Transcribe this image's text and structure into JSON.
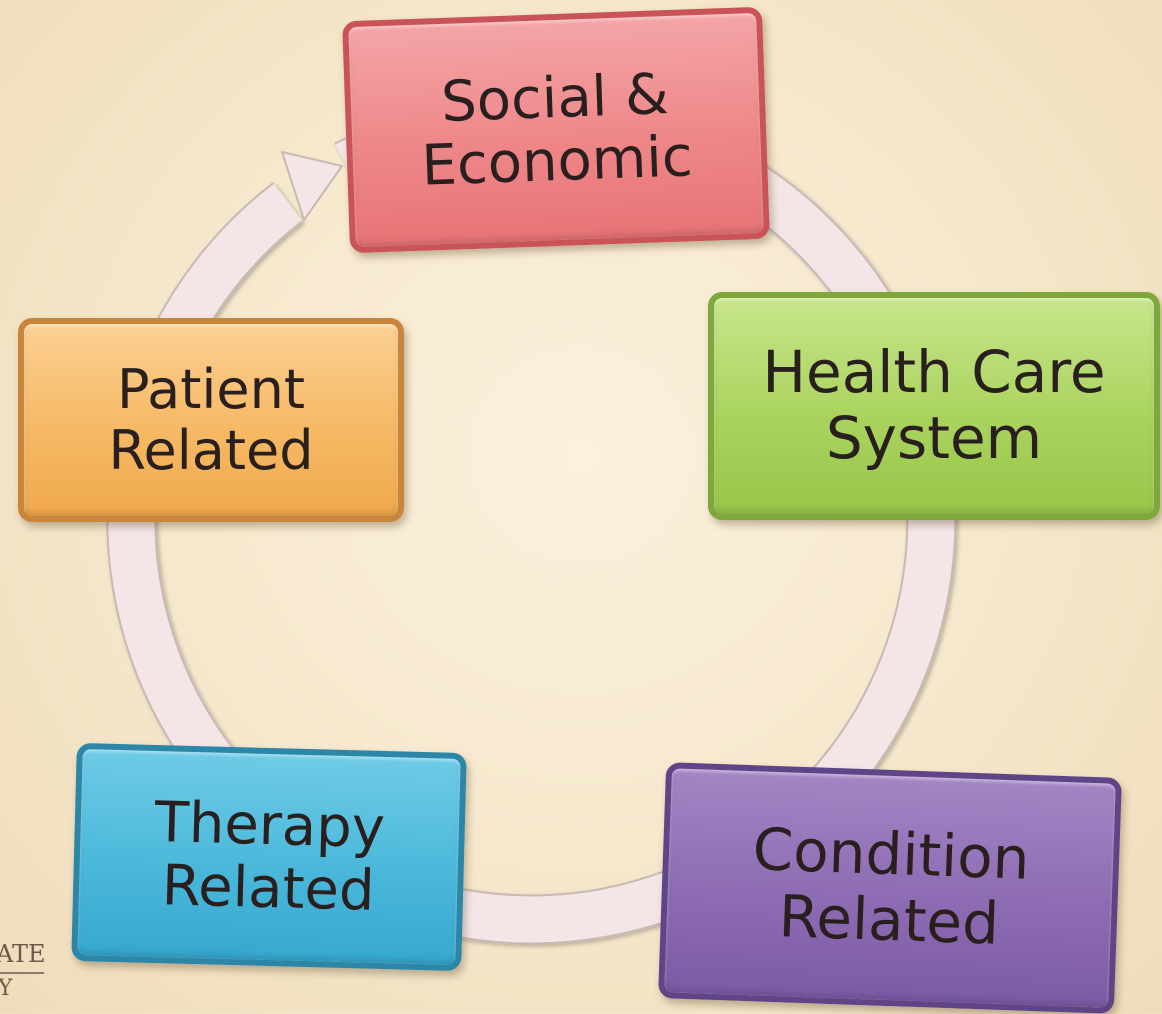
{
  "diagram": {
    "nodes": [
      {
        "id": "social",
        "label": "Social &\nEconomic"
      },
      {
        "id": "health",
        "label": "Health Care\nSystem"
      },
      {
        "id": "condition",
        "label": "Condition\nRelated"
      },
      {
        "id": "therapy",
        "label": "Therapy\nRelated"
      },
      {
        "id": "patient",
        "label": "Patient\nRelated"
      }
    ],
    "cycle_direction": "clockwise",
    "colors": {
      "social": "#ee8789",
      "health": "#aad35e",
      "condition": "#8d6cb3",
      "therapy": "#4bb8da",
      "patient": "#f6b965",
      "ring": "#f4e6e6",
      "background": "#f5e7cb"
    }
  },
  "corner_logo": {
    "line1": "ATE",
    "line2": "Y"
  }
}
